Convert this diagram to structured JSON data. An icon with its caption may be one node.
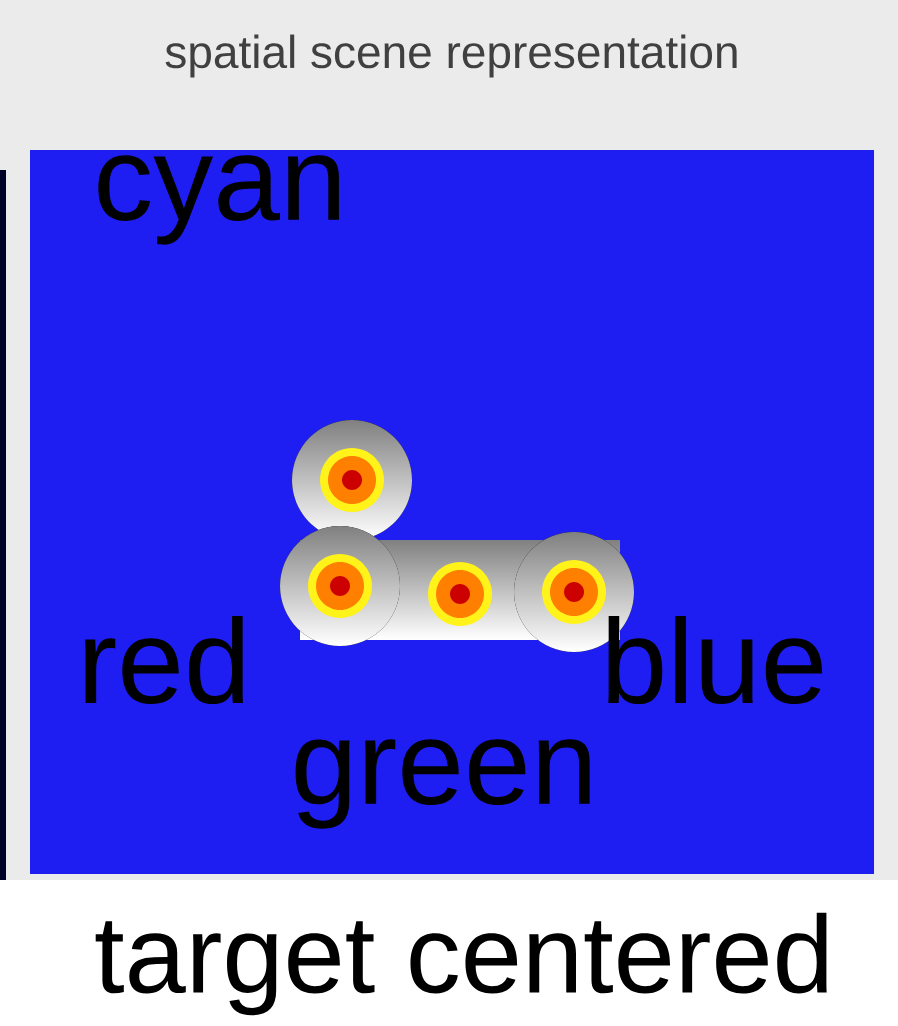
{
  "diagram": {
    "title": "spatial scene representation",
    "caption": "target centered",
    "labels": [
      "cyan",
      "red",
      "blue",
      "green"
    ]
  }
}
